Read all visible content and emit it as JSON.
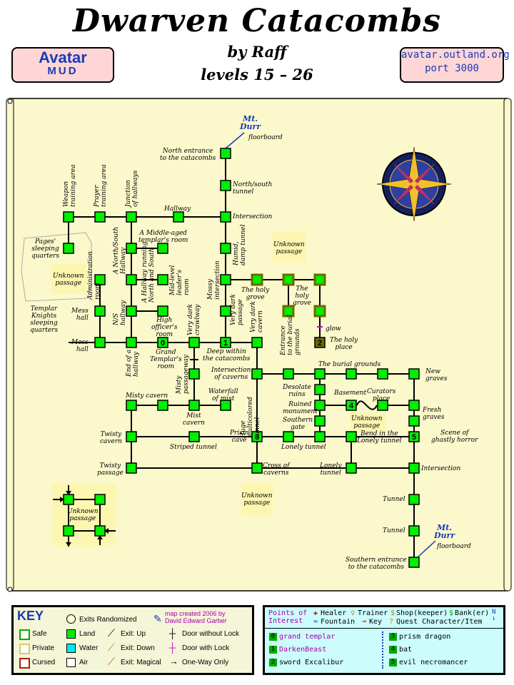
{
  "title": "Dwarven Catacombs",
  "byline": "by Raff",
  "levels": "levels 15 – 26",
  "mud_banner": {
    "line1": "Avatar",
    "line2": "MUD"
  },
  "host_banner": {
    "line1": "avatar.outland.org",
    "line2": "port 3000"
  },
  "colors": {
    "parchment": "#fbf8cc",
    "land": "#00ee00",
    "unknown": "#fdf6b0",
    "key_bg": "#f5f5d8",
    "poi_bg": "#ccfcfc",
    "banner": "#ffd6d6",
    "link_blue": "#1a3bb5",
    "poi_green": "#00aa00"
  },
  "map": {
    "mt_durr_top": "Mt.\nDurr",
    "mt_durr_bottom": "Mt.\nDurr",
    "floorboard_top": "floorboard",
    "floorboard_bottom": "floorboard",
    "glow": "glow",
    "rooms": {
      "north_entrance": "North entrance\nto the catacombs",
      "ns_tunnel": "North/south\ntunnel",
      "intersection_top": "Intersection",
      "hallway": "Hallway",
      "weapon_training": "Weapon\ntraining area",
      "prayer_training": "Prayer\ntraining area",
      "junction": "Junction\nof hallways",
      "middle_aged": "A Middle-aged\ntemplar's room",
      "pages_quarters": "Pages'\nsleeping\nquarters",
      "unknown_left": "Unknown\npassage",
      "administration": "Administration\nroom",
      "north_south_hallway": "A North/South\nHallway",
      "hallway_north_south": "A Hallway running\nNorth and South",
      "midlevel": "Mid-level\nleader's\nroom",
      "humid": "Humid,\ndamp tunnel",
      "unknown_top": "Unknown\npassage",
      "mossy": "Mossy\nintersection",
      "holy_grove_1": "The holy\ngrove",
      "holy_grove_2": "The\nholy\ngrove",
      "templar_knights": "Templar\nKnights\nsleeping\nquarters",
      "mess_hall_1": "Mess\nhall",
      "ns_hallway": "N/S\nhallway",
      "high_officers": "High\nofficer's\nroom",
      "very_dark_crawlway": "Very dark\ncrawlway",
      "very_dark_passage": "Very dark\npassage",
      "very_dark_cavern": "Very dark\ncavern",
      "entrance_burial": "Entrance\nto the burial\ngrounds",
      "holy_place": "The holy\nplace",
      "mess_hall_2": "Mess\nhall",
      "end_hallway": "End of a\nhallway",
      "grand_templar": "Grand\nTemplar's\nroom",
      "deep_within": "Deep within\nthe catacombs",
      "misty_passageway": "Misty\npassageway",
      "intersection_caverns": "Intersection\nof caverns",
      "burial_grounds": "The burial grounds",
      "new_graves": "New\ngraves",
      "desolate_ruins": "Desolate\nruins",
      "misty_cavern_1": "Misty cavern",
      "waterfall": "Waterfall\nof mist",
      "huge_tunnel": "Huge\nmulticolored\ntunnel",
      "ruined_monument": "Ruined\nmonument",
      "basement": "Basement",
      "curators_place": "Curators\nplace",
      "fresh_graves": "Fresh\ngraves",
      "mist_cavern": "Mist\ncavern",
      "southern_gate": "Southern\ngate",
      "unknown_right": "Unknown\npassage",
      "twisty_cavern": "Twisty\ncavern",
      "striped_tunnel": "Striped tunnel",
      "prism_cave": "Prism\ncave",
      "lonely_tunnel_1": "Lonely tunnel",
      "bend_lonely": "Bend in the\nLonely tunnel",
      "ghastly": "Scene of\nghastly horror",
      "twisty_passage": "Twisty\npassage",
      "cross_caverns": "Cross of\ncaverns",
      "lonely_tunnel_2": "Lonely\ntunnel",
      "intersection_right": "Intersection",
      "unknown_bottom": "Unknown\npassage",
      "unknown_left_bottom": "Unknown\npassage",
      "tunnel_1": "Tunnel",
      "tunnel_2": "Tunnel",
      "southern_entrance": "Southern entrance\nto the catacombs"
    },
    "markers": {
      "m0": "0",
      "m1": "1",
      "m2": "2",
      "m3": "3",
      "m4": "4",
      "m5": "5"
    }
  },
  "key": {
    "title": "KEY",
    "exits_randomized": "Exits Randomized",
    "credit": "map created 2006 by\nDavid Edward Garber",
    "safe": "Safe",
    "private": "Private",
    "cursed": "Cursed",
    "land": "Land",
    "water": "Water",
    "air": "Air",
    "exit_up": "Exit: Up",
    "exit_down": "Exit: Down",
    "exit_magical": "Exit: Magical",
    "door_no_lock": "Door without Lock",
    "door_lock": "Door with Lock",
    "one_way": "One-Way Only"
  },
  "poi": {
    "header": "Points of\nInterest",
    "healer": "Healer",
    "trainer": "Trainer",
    "shop": "Shop(keeper)",
    "bank": "Bank(er)",
    "fountain": "Fountain",
    "key_label": "Key",
    "quest": "Quest Character/Item",
    "items": [
      {
        "num": "0",
        "name": "grand templar"
      },
      {
        "num": "1",
        "name": "DarkenBeast"
      },
      {
        "num": "2",
        "name": "sword Excalibur"
      },
      {
        "num": "3",
        "name": "prism dragon"
      },
      {
        "num": "4",
        "name": "bat"
      },
      {
        "num": "5",
        "name": "evil necromancer"
      }
    ]
  }
}
